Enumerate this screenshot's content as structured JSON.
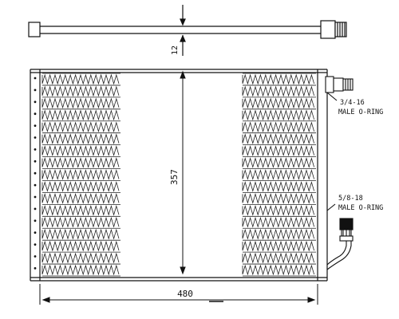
{
  "dimensions": {
    "thickness": "12",
    "height": "357",
    "width": "480"
  },
  "fittings": {
    "inlet": {
      "size": "3/4-16",
      "type": "MALE O-RING"
    },
    "outlet": {
      "size": "5/8-18",
      "type": "MALE O-RING"
    }
  },
  "colors": {
    "line": "#111111",
    "fin": "#222222",
    "background": "#ffffff"
  }
}
